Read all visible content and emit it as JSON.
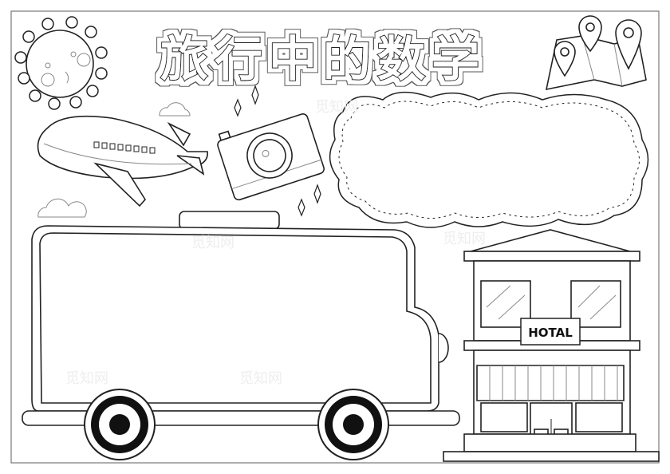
{
  "title": "旅行中的数学",
  "hotel_sign": "HOTAL",
  "watermark": "觅知网",
  "colors": {
    "line": "#222222",
    "background": "#ffffff"
  }
}
